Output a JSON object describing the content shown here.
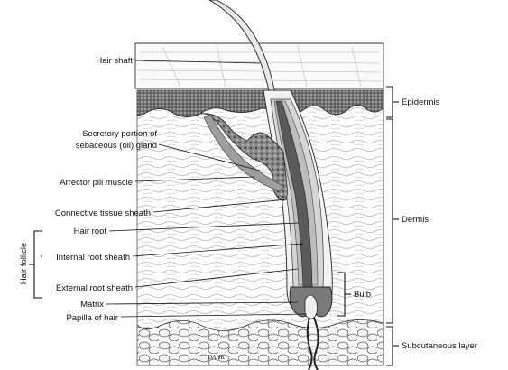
{
  "labels": {
    "hair_shaft": "Hair shaft",
    "secretory_line1": "Secretory portion of",
    "secretory_line2": "sebaceous (oil) gland",
    "arrector": "Arrector pili muscle",
    "connective": "Connective tissue sheath",
    "hair_root": "Hair root",
    "internal_root": "Internal root sheath",
    "external_root": "External root sheath",
    "matrix": "Matrix",
    "papilla": "Papilla of hair",
    "hair_follicle": "Hair follicle",
    "epidermis": "Epidermis",
    "dermis": "Dermis",
    "bulb": "Bulb",
    "subcutaneous": "Subcutaneous layer",
    "signature": "DAHK"
  }
}
